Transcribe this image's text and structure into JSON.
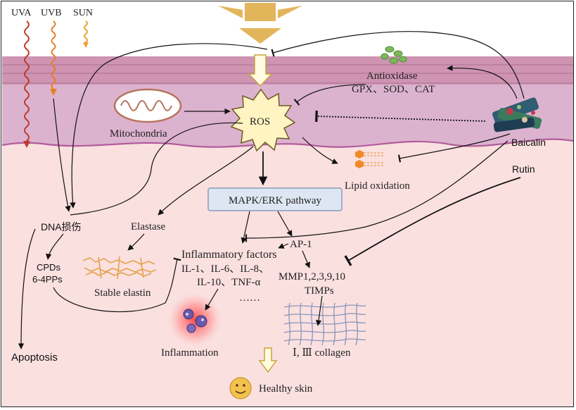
{
  "labels": {
    "uva": "UVA",
    "uvb": "UVB",
    "sun": "SUN",
    "antioxidase": "Antioxidase",
    "antioxidase_enzymes": "GPX、SOD、CAT",
    "mitochondria": "Mitochondria",
    "ros": "ROS",
    "baicalin": "Baicalin",
    "rutin": "Rutin",
    "lipid_oxidation": "Lipid oxidation",
    "mapk_erk": "MAPK/ERK pathway",
    "dna_damage": "DNA损伤",
    "elastase": "Elastase",
    "ap1": "AP-1",
    "inflammatory_factors": "Inflammatory factors",
    "cytokines_line1": "IL-1、IL-6、IL-8、",
    "cytokines_line2": "IL-10、TNF-α",
    "ellipsis": "……",
    "mmp": "MMP1,2,3,9,10",
    "timps": "TIMPs",
    "cpds": "CPDs",
    "pps": "6-4PPs",
    "stable_elastin": "Stable elastin",
    "inflammation": "Inflammation",
    "collagen": "Ⅰ, Ⅲ collagen",
    "apoptosis": "Apoptosis",
    "healthy_skin": "Healthy skin"
  },
  "colors": {
    "epidermis_top": "#c98aa8",
    "epidermis": "#dcb3cf",
    "dermis": "#fbe0e0",
    "membrane_line": "#b25c9c",
    "uva": "#c0392b",
    "uvb": "#e67e22",
    "sun_wave": "#f0a030",
    "sun": "#e3b55b",
    "ros_burst": "#fff4c2",
    "mapk_box": "#dfe6f3",
    "inflammation_glow": "#ff5a5a",
    "collagen": "#7a8fb5",
    "smiley": "#f2c14e"
  },
  "icons": {
    "sun": "sun-icon",
    "mitochondria": "mitochondria-icon",
    "ros": "ros-burst-icon",
    "antioxidase": "antioxidase-molecules-icon",
    "baicalin": "baicalin-herb-icon",
    "lipid": "lipid-bilayer-icon",
    "elastin": "elastin-fibers-icon",
    "inflammation": "inflammation-cells-icon",
    "collagen": "collagen-mesh-icon",
    "healthy": "smiley-icon"
  }
}
